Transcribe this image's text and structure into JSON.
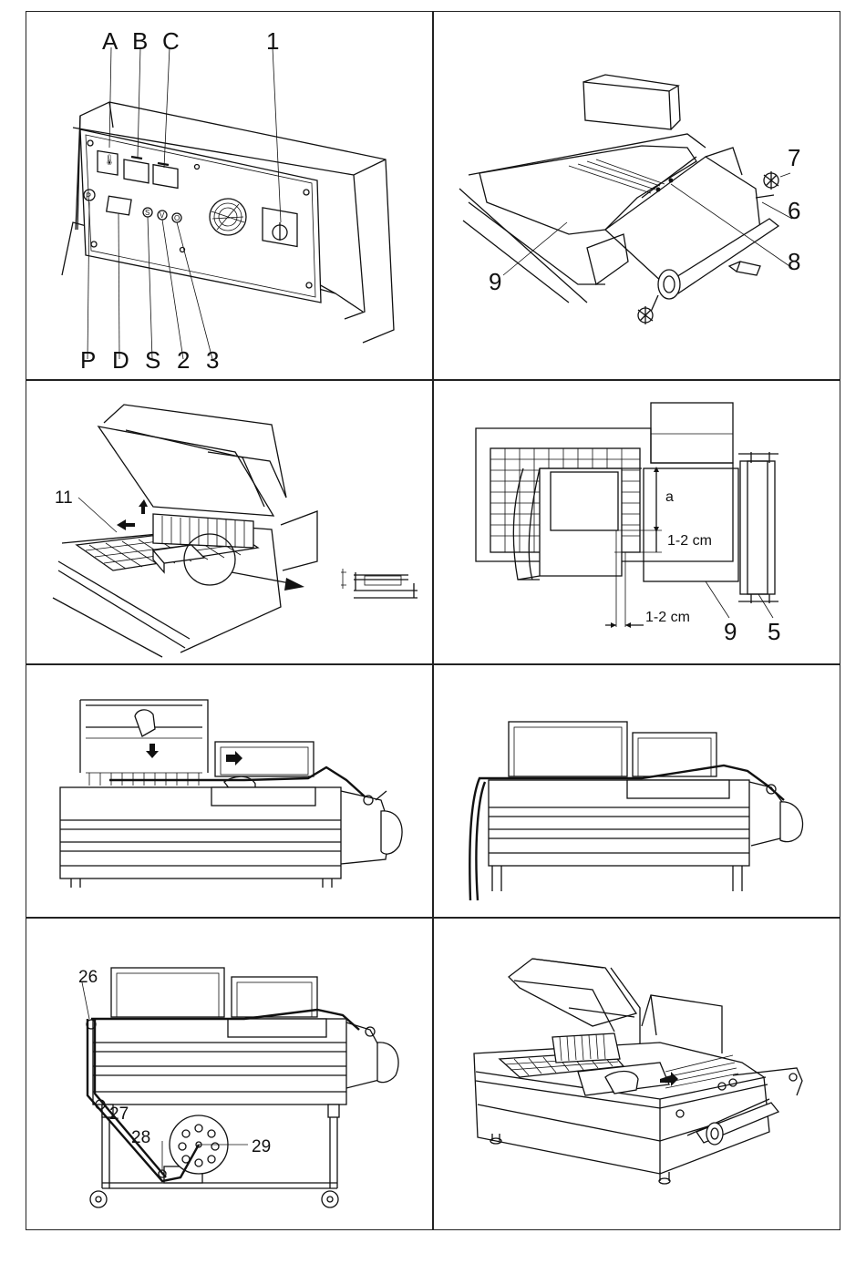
{
  "panel1": {
    "top_labels": [
      "A",
      "B",
      "C",
      "1"
    ],
    "bottom_labels": [
      "P",
      "D",
      "S",
      "2",
      "3"
    ],
    "button_glyphs": [
      "P",
      "S",
      "V",
      "O"
    ]
  },
  "panel2": {
    "labels": [
      "7",
      "6",
      "8",
      "9"
    ]
  },
  "panel3": {
    "labels": [
      "11"
    ]
  },
  "panel4": {
    "dim_a": "a",
    "dim_v": "1-2 cm",
    "dim_h": "1-2 cm",
    "labels": [
      "9",
      "5"
    ]
  },
  "panel7": {
    "labels": [
      "26",
      "27",
      "28",
      "29"
    ]
  }
}
